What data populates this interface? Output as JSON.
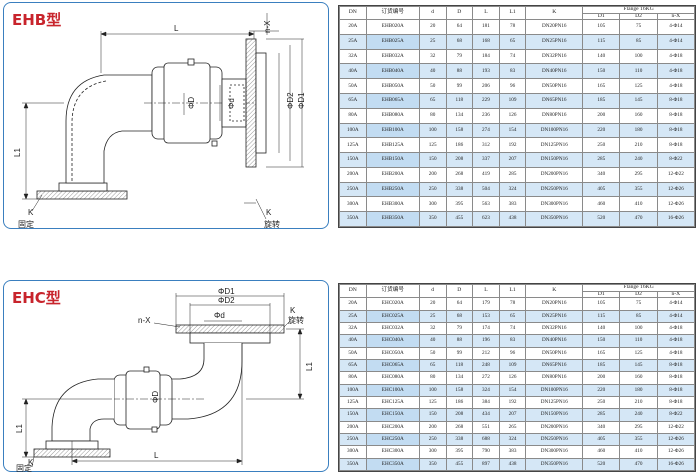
{
  "sections": [
    {
      "title": "EHB型",
      "drawing": {
        "L": "L",
        "L1": "L1",
        "nX": "n-X",
        "K": "K",
        "fixed": "固定",
        "rotate": "旋转",
        "d": "Φd",
        "D": "ΦD",
        "D1": "ΦD1",
        "D2": "ΦD2"
      },
      "headers": {
        "dn": "DN",
        "code": "订货编号",
        "d": "d",
        "D": "D",
        "L": "L",
        "L1": "L1",
        "K": "K",
        "flange": "Flange 16KG",
        "d1": "D1",
        "d2": "D2",
        "nx": "n-X"
      },
      "rows": [
        [
          "20A",
          "EHB020A",
          "20",
          "64",
          "181",
          "78",
          "DN20PN16",
          "105",
          "75",
          "4-Φ14"
        ],
        [
          "25A",
          "EHB025A",
          "25",
          "68",
          "168",
          "65",
          "DN25PN16",
          "115",
          "85",
          "4-Φ14"
        ],
        [
          "32A",
          "EHB032A",
          "32",
          "79",
          "184",
          "74",
          "DN32PN16",
          "140",
          "100",
          "4-Φ18"
        ],
        [
          "40A",
          "EHB040A",
          "40",
          "88",
          "193",
          "83",
          "DN40PN16",
          "150",
          "110",
          "4-Φ18"
        ],
        [
          "50A",
          "EHB050A",
          "50",
          "99",
          "206",
          "96",
          "DN50PN16",
          "165",
          "125",
          "4-Φ18"
        ],
        [
          "65A",
          "EHB065A",
          "65",
          "118",
          "229",
          "109",
          "DN65PN16",
          "185",
          "145",
          "8-Φ18"
        ],
        [
          "80A",
          "EHB080A",
          "80",
          "134",
          "236",
          "126",
          "DN80PN16",
          "200",
          "160",
          "8-Φ18"
        ],
        [
          "100A",
          "EHB100A",
          "100",
          "158",
          "274",
          "154",
          "DN100PN16",
          "220",
          "180",
          "8-Φ18"
        ],
        [
          "125A",
          "EHB125A",
          "125",
          "186",
          "312",
          "192",
          "DN125PN16",
          "250",
          "210",
          "8-Φ18"
        ],
        [
          "150A",
          "EHB150A",
          "150",
          "208",
          "337",
          "207",
          "DN150PN16",
          "285",
          "240",
          "8-Φ22"
        ],
        [
          "200A",
          "EHB200A",
          "200",
          "268",
          "419",
          "285",
          "DN200PN16",
          "340",
          "295",
          "12-Φ22"
        ],
        [
          "250A",
          "EHB250A",
          "250",
          "338",
          "504",
          "324",
          "DN250PN16",
          "405",
          "355",
          "12-Φ26"
        ],
        [
          "300A",
          "EHB300A",
          "300",
          "395",
          "563",
          "383",
          "DN300PN16",
          "460",
          "410",
          "12-Φ26"
        ],
        [
          "350A",
          "EHB350A",
          "350",
          "455",
          "623",
          "438",
          "DN350PN16",
          "520",
          "470",
          "16-Φ26"
        ]
      ]
    },
    {
      "title": "EHC型",
      "drawing": {
        "L": "L",
        "L1": "L1",
        "nX": "n-X",
        "K": "K",
        "fixed": "固定",
        "rotate": "旋转",
        "d": "Φd",
        "D": "ΦD",
        "D1": "ΦD1",
        "D2": "ΦD2"
      },
      "headers": {
        "dn": "DN",
        "code": "订货编号",
        "d": "d",
        "D": "D",
        "L": "L",
        "L1": "L1",
        "K": "K",
        "flange": "Flange 16KG",
        "d1": "D1",
        "d2": "D2",
        "nx": "n-X"
      },
      "rows": [
        [
          "20A",
          "EHC020A",
          "20",
          "64",
          "179",
          "78",
          "DN20PN16",
          "105",
          "75",
          "4-Φ14"
        ],
        [
          "25A",
          "EHC025A",
          "25",
          "68",
          "153",
          "65",
          "DN25PN16",
          "115",
          "85",
          "4-Φ14"
        ],
        [
          "32A",
          "EHC032A",
          "32",
          "79",
          "174",
          "74",
          "DN32PN16",
          "140",
          "100",
          "4-Φ18"
        ],
        [
          "40A",
          "EHC040A",
          "40",
          "88",
          "196",
          "83",
          "DN40PN16",
          "150",
          "110",
          "4-Φ18"
        ],
        [
          "50A",
          "EHC050A",
          "50",
          "99",
          "212",
          "96",
          "DN50PN16",
          "165",
          "125",
          "4-Φ18"
        ],
        [
          "65A",
          "EHC065A",
          "65",
          "118",
          "248",
          "109",
          "DN65PN16",
          "185",
          "145",
          "8-Φ18"
        ],
        [
          "80A",
          "EHC080A",
          "80",
          "134",
          "272",
          "126",
          "DN80PN16",
          "200",
          "160",
          "8-Φ18"
        ],
        [
          "100A",
          "EHC100A",
          "100",
          "158",
          "324",
          "154",
          "DN100PN16",
          "220",
          "180",
          "8-Φ18"
        ],
        [
          "125A",
          "EHC125A",
          "125",
          "186",
          "384",
          "192",
          "DN125PN16",
          "250",
          "210",
          "8-Φ18"
        ],
        [
          "150A",
          "EHC150A",
          "150",
          "208",
          "434",
          "207",
          "DN150PN16",
          "285",
          "240",
          "8-Φ22"
        ],
        [
          "200A",
          "EHC200A",
          "200",
          "268",
          "551",
          "265",
          "DN200PN16",
          "340",
          "295",
          "12-Φ22"
        ],
        [
          "250A",
          "EHC250A",
          "250",
          "338",
          "688",
          "324",
          "DN250PN16",
          "405",
          "355",
          "12-Φ26"
        ],
        [
          "300A",
          "EHC300A",
          "300",
          "395",
          "790",
          "383",
          "DN300PN16",
          "460",
          "410",
          "12-Φ26"
        ],
        [
          "350A",
          "EHC350A",
          "350",
          "455",
          "897",
          "438",
          "DN350PN16",
          "520",
          "470",
          "16-Φ26"
        ]
      ]
    }
  ]
}
